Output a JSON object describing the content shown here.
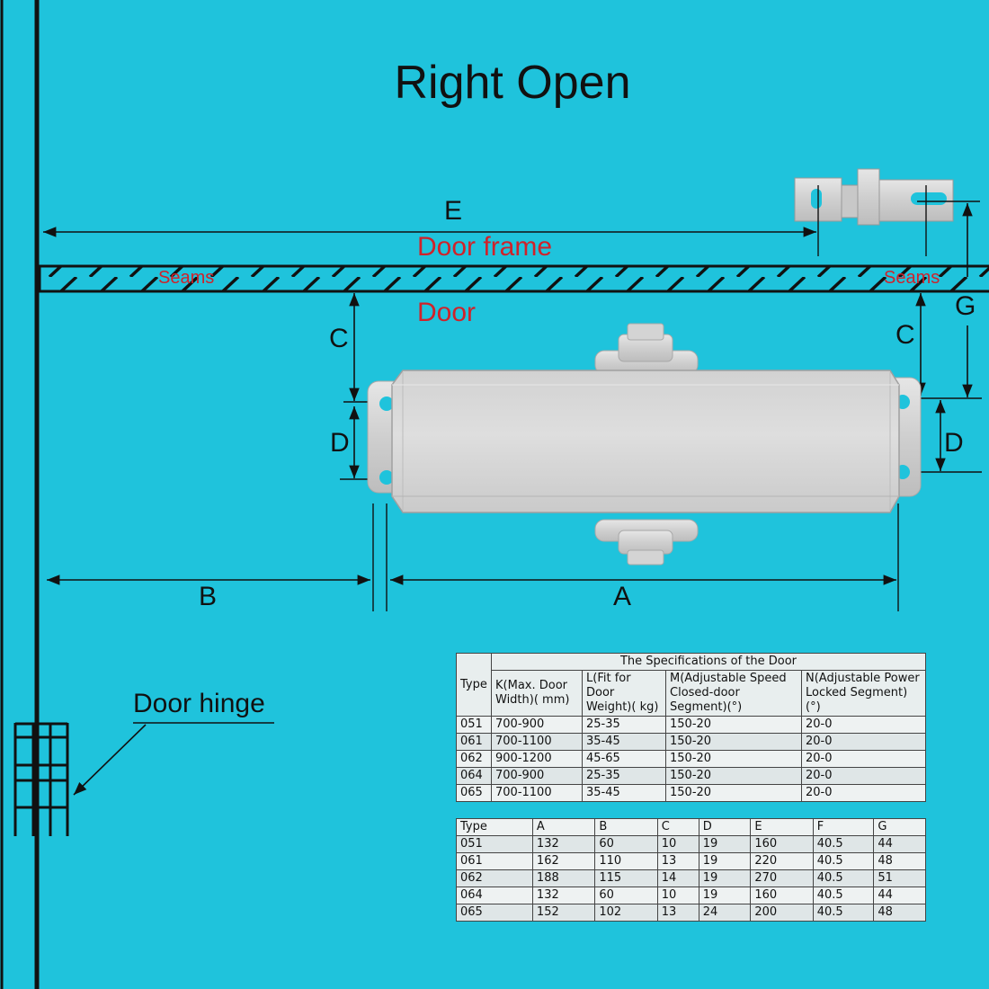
{
  "title": "Right Open",
  "labels": {
    "E": "E",
    "door_frame": "Door frame",
    "seams_left": "Seams",
    "seams_right": "Seams",
    "door": "Door",
    "C_left": "C",
    "C_right": "C",
    "D_left": "D",
    "D_right": "D",
    "G": "G",
    "B": "B",
    "A": "A",
    "door_hinge": "Door hinge"
  },
  "colors": {
    "background": "#1fc3dc",
    "label_red": "#d0222a",
    "metal": "#d8d8d8"
  },
  "spec_table": {
    "group_header": "The Specifications of the Door",
    "columns": [
      "Type",
      "K(Max. Door Width)( mm)",
      "L(Fit for Door Weight)( kg)",
      "M(Adjustable Speed Closed-door Segment)(°)",
      "N(Adjustable Power Locked Segment)(°)"
    ],
    "rows": [
      [
        "051",
        "700-900",
        "25-35",
        "150-20",
        "20-0"
      ],
      [
        "061",
        "700-1100",
        "35-45",
        "150-20",
        "20-0"
      ],
      [
        "062",
        "900-1200",
        "45-65",
        "150-20",
        "20-0"
      ],
      [
        "064",
        "700-900",
        "25-35",
        "150-20",
        "20-0"
      ],
      [
        "065",
        "700-1100",
        "35-45",
        "150-20",
        "20-0"
      ]
    ]
  },
  "dimension_table": {
    "columns": [
      "Type",
      "A",
      "B",
      "C",
      "D",
      "E",
      "F",
      "G"
    ],
    "rows": [
      [
        "051",
        "132",
        "60",
        "10",
        "19",
        "160",
        "40.5",
        "44"
      ],
      [
        "061",
        "162",
        "110",
        "13",
        "19",
        "220",
        "40.5",
        "48"
      ],
      [
        "062",
        "188",
        "115",
        "14",
        "19",
        "270",
        "40.5",
        "51"
      ],
      [
        "064",
        "132",
        "60",
        "10",
        "19",
        "160",
        "40.5",
        "44"
      ],
      [
        "065",
        "152",
        "102",
        "13",
        "24",
        "200",
        "40.5",
        "48"
      ]
    ]
  }
}
